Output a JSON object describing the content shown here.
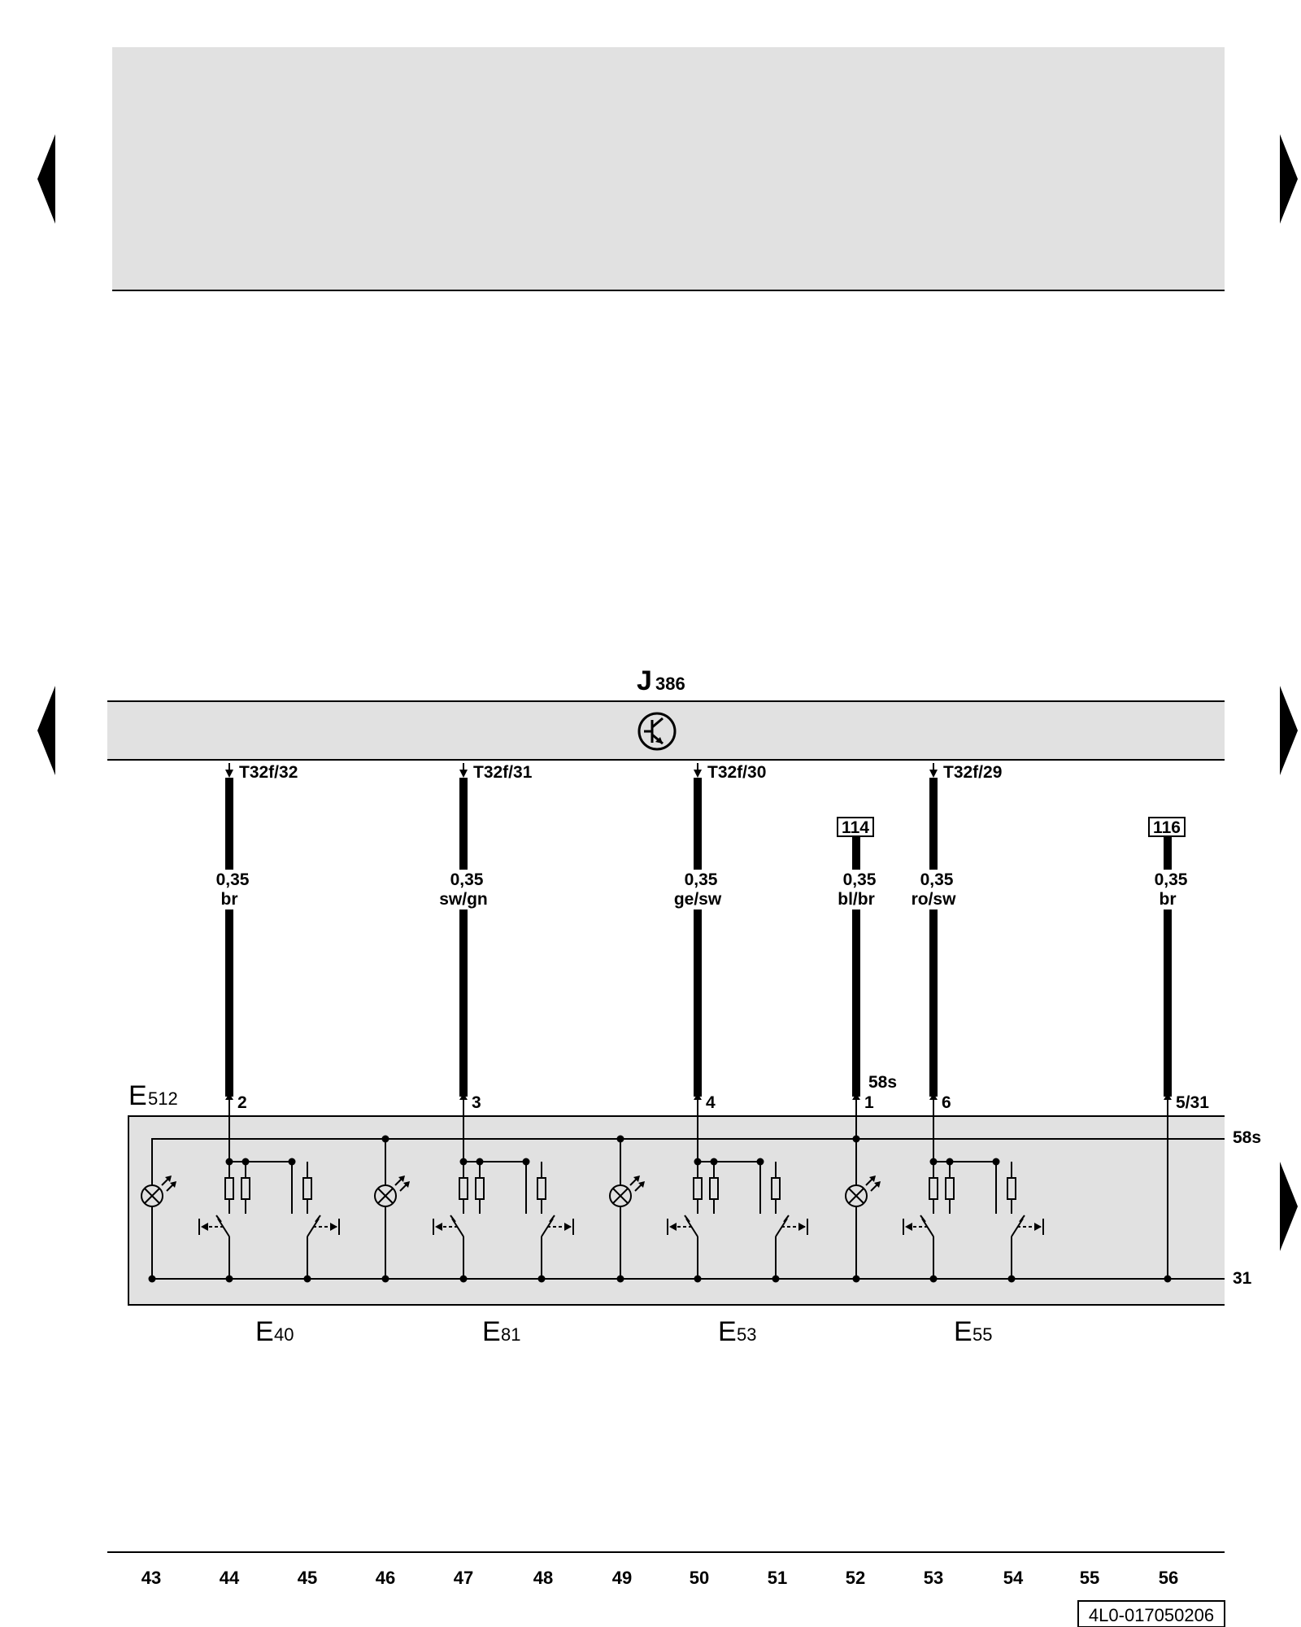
{
  "module": {
    "letter": "J",
    "sub": "386"
  },
  "pins": [
    {
      "text": "T32f/32",
      "wire": {
        "size": "0,35",
        "color": "br"
      },
      "bottom_pin": "2"
    },
    {
      "text": "T32f/31",
      "wire": {
        "size": "0,35",
        "color": "sw/gn"
      },
      "bottom_pin": "3"
    },
    {
      "text": "T32f/30",
      "wire": {
        "size": "0,35",
        "color": "ge/sw"
      },
      "bottom_pin": "4"
    },
    {
      "text": "T32f/29",
      "wire": {
        "size": "0,35",
        "color": "ro/sw"
      },
      "bottom_pin": "6"
    }
  ],
  "refs": [
    {
      "num": "114",
      "wire": {
        "size": "0,35",
        "color": "bl/br"
      },
      "bottom_pin": "1",
      "extra": "58s"
    },
    {
      "num": "116",
      "wire": {
        "size": "0,35",
        "color": "br"
      },
      "bottom_pin": "5/31"
    }
  ],
  "switch_panel": {
    "letter": "E",
    "sub": "512"
  },
  "rails": {
    "top": "58s",
    "bottom": "31"
  },
  "switches": [
    {
      "letter": "E",
      "sub": "40"
    },
    {
      "letter": "E",
      "sub": "81"
    },
    {
      "letter": "E",
      "sub": "53"
    },
    {
      "letter": "E",
      "sub": "55"
    }
  ],
  "tracks": [
    "43",
    "44",
    "45",
    "46",
    "47",
    "48",
    "49",
    "50",
    "51",
    "52",
    "53",
    "54",
    "55",
    "56"
  ],
  "doc_code": "4L0-017050206",
  "nav": {
    "left_top": "arrow-left-icon",
    "right_top": "arrow-right-icon",
    "left_mid": "arrow-left-icon",
    "right_mid": "arrow-right-icon",
    "right_low": "arrow-right-icon"
  },
  "colors": {
    "panel": "#e1e1e1",
    "line": "#000000",
    "page": "#ffffff"
  }
}
